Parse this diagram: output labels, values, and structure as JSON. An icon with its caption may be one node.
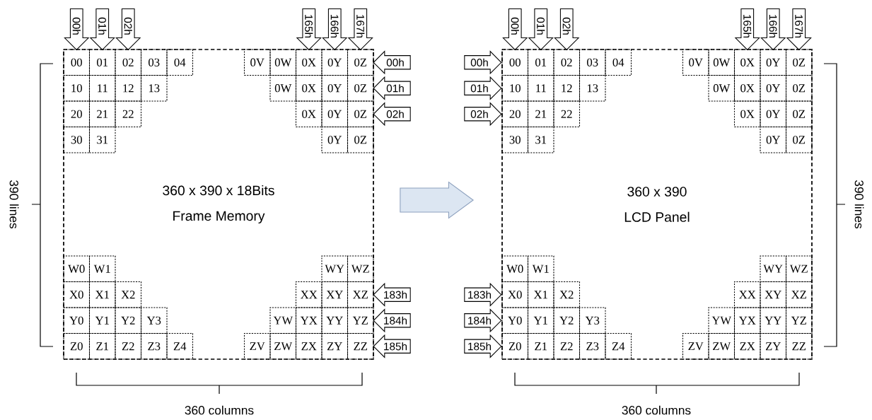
{
  "diagram": {
    "nodes": [
      {
        "text": [
          "360 x 390 x 18Bits",
          "Frame Memory"
        ]
      },
      {
        "text": [
          "00"
        ],
        "in": 0
      },
      {
        "text": [
          "01"
        ],
        "in": 0
      },
      {
        "text": [
          "02"
        ],
        "in": 0
      },
      {
        "text": [
          "03"
        ],
        "in": 0
      },
      {
        "text": [
          "04"
        ],
        "in": 0
      },
      {
        "text": [
          "0V"
        ],
        "in": 0
      },
      {
        "text": [
          "0W"
        ],
        "in": 0
      },
      {
        "text": [
          "0X"
        ],
        "in": 0
      },
      {
        "text": [
          "0Y"
        ],
        "in": 0
      },
      {
        "text": [
          "0Z"
        ],
        "in": 0
      },
      {
        "text": [
          "10"
        ],
        "in": 0
      },
      {
        "text": [
          "11"
        ],
        "in": 0
      },
      {
        "text": [
          "12"
        ],
        "in": 0
      },
      {
        "text": [
          "13"
        ],
        "in": 0
      },
      {
        "text": [
          "0W"
        ],
        "in": 0
      },
      {
        "text": [
          "0X"
        ],
        "in": 0
      },
      {
        "text": [
          "0Y"
        ],
        "in": 0
      },
      {
        "text": [
          "0Z"
        ],
        "in": 0
      },
      {
        "text": [
          "20"
        ],
        "in": 0
      },
      {
        "text": [
          "21"
        ],
        "in": 0
      },
      {
        "text": [
          "22"
        ],
        "in": 0
      },
      {
        "text": [
          "0X"
        ],
        "in": 0
      },
      {
        "text": [
          "0Y"
        ],
        "in": 0
      },
      {
        "text": [
          "0Z"
        ],
        "in": 0
      },
      {
        "text": [
          "30"
        ],
        "in": 0
      },
      {
        "text": [
          "31"
        ],
        "in": 0
      },
      {
        "text": [
          "0Y"
        ],
        "in": 0
      },
      {
        "text": [
          "0Z"
        ],
        "in": 0
      },
      {
        "text": [
          "W0"
        ],
        "in": 0
      },
      {
        "text": [
          "W1"
        ],
        "in": 0
      },
      {
        "text": [
          "WY"
        ],
        "in": 0
      },
      {
        "text": [
          "WZ"
        ],
        "in": 0
      },
      {
        "text": [
          "X0"
        ],
        "in": 0
      },
      {
        "text": [
          "X1"
        ],
        "in": 0
      },
      {
        "text": [
          "X2"
        ],
        "in": 0
      },
      {
        "text": [
          "XX"
        ],
        "in": 0
      },
      {
        "text": [
          "XY"
        ],
        "in": 0
      },
      {
        "text": [
          "XZ"
        ],
        "in": 0
      },
      {
        "text": [
          "Y0"
        ],
        "in": 0
      },
      {
        "text": [
          "Y1"
        ],
        "in": 0
      },
      {
        "text": [
          "Y2"
        ],
        "in": 0
      },
      {
        "text": [
          "Y3"
        ],
        "in": 0
      },
      {
        "text": [
          "YW"
        ],
        "in": 0
      },
      {
        "text": [
          "YX"
        ],
        "in": 0
      },
      {
        "text": [
          "YY"
        ],
        "in": 0
      },
      {
        "text": [
          "YZ"
        ],
        "in": 0
      },
      {
        "text": [
          "Z0"
        ],
        "in": 0
      },
      {
        "text": [
          "Z1"
        ],
        "in": 0
      },
      {
        "text": [
          "Z2"
        ],
        "in": 0
      },
      {
        "text": [
          "Z3"
        ],
        "in": 0
      },
      {
        "text": [
          "Z4"
        ],
        "in": 0
      },
      {
        "text": [
          "ZV"
        ],
        "in": 0
      },
      {
        "text": [
          "ZW"
        ],
        "in": 0
      },
      {
        "text": [
          "ZX"
        ],
        "in": 0
      },
      {
        "text": [
          "ZY"
        ],
        "in": 0
      },
      {
        "text": [
          "ZZ"
        ],
        "in": 0
      },
      {
        "text": [
          "00h"
        ]
      },
      {
        "text": [
          "01h"
        ]
      },
      {
        "text": [
          "02h"
        ]
      },
      {
        "text": [
          "165h"
        ]
      },
      {
        "text": [
          "166h"
        ]
      },
      {
        "text": [
          "167h"
        ]
      },
      {
        "text": [
          "00h"
        ]
      },
      {
        "text": [
          "01h"
        ]
      },
      {
        "text": [
          "02h"
        ]
      },
      {
        "text": [
          "183h"
        ]
      },
      {
        "text": [
          "184h"
        ]
      },
      {
        "text": [
          "185h"
        ]
      },
      {
        "text": [
          "360 x 390",
          "LCD Panel"
        ]
      },
      {
        "text": [
          "00"
        ],
        "in": 69
      },
      {
        "text": [
          "01"
        ],
        "in": 69
      },
      {
        "text": [
          "02"
        ],
        "in": 69
      },
      {
        "text": [
          "03"
        ],
        "in": 69
      },
      {
        "text": [
          "04"
        ],
        "in": 69
      },
      {
        "text": [
          "0V"
        ],
        "in": 69
      },
      {
        "text": [
          "0W"
        ],
        "in": 69
      },
      {
        "text": [
          "0X"
        ],
        "in": 69
      },
      {
        "text": [
          "0Y"
        ],
        "in": 69
      },
      {
        "text": [
          "0Z"
        ],
        "in": 69
      },
      {
        "text": [
          "10"
        ],
        "in": 69
      },
      {
        "text": [
          "11"
        ],
        "in": 69
      },
      {
        "text": [
          "12"
        ],
        "in": 69
      },
      {
        "text": [
          "13"
        ],
        "in": 69
      },
      {
        "text": [
          "0W"
        ],
        "in": 69
      },
      {
        "text": [
          "0X"
        ],
        "in": 69
      },
      {
        "text": [
          "0Y"
        ],
        "in": 69
      },
      {
        "text": [
          "0Z"
        ],
        "in": 69
      },
      {
        "text": [
          "20"
        ],
        "in": 69
      },
      {
        "text": [
          "21"
        ],
        "in": 69
      },
      {
        "text": [
          "22"
        ],
        "in": 69
      },
      {
        "text": [
          "0X"
        ],
        "in": 69
      },
      {
        "text": [
          "0Y"
        ],
        "in": 69
      },
      {
        "text": [
          "0Z"
        ],
        "in": 69
      },
      {
        "text": [
          "30"
        ],
        "in": 69
      },
      {
        "text": [
          "31"
        ],
        "in": 69
      },
      {
        "text": [
          "0Y"
        ],
        "in": 69
      },
      {
        "text": [
          "0Z"
        ],
        "in": 69
      },
      {
        "text": [
          "W0"
        ],
        "in": 69
      },
      {
        "text": [
          "W1"
        ],
        "in": 69
      },
      {
        "text": [
          "WY"
        ],
        "in": 69
      },
      {
        "text": [
          "WZ"
        ],
        "in": 69
      },
      {
        "text": [
          "X0"
        ],
        "in": 69
      },
      {
        "text": [
          "X1"
        ],
        "in": 69
      },
      {
        "text": [
          "X2"
        ],
        "in": 69
      },
      {
        "text": [
          "XX"
        ],
        "in": 69
      },
      {
        "text": [
          "XY"
        ],
        "in": 69
      },
      {
        "text": [
          "XZ"
        ],
        "in": 69
      },
      {
        "text": [
          "Y0"
        ],
        "in": 69
      },
      {
        "text": [
          "Y1"
        ],
        "in": 69
      },
      {
        "text": [
          "Y2"
        ],
        "in": 69
      },
      {
        "text": [
          "Y3"
        ],
        "in": 69
      },
      {
        "text": [
          "YW"
        ],
        "in": 69
      },
      {
        "text": [
          "YX"
        ],
        "in": 69
      },
      {
        "text": [
          "YY"
        ],
        "in": 69
      },
      {
        "text": [
          "YZ"
        ],
        "in": 69
      },
      {
        "text": [
          "Z0"
        ],
        "in": 69
      },
      {
        "text": [
          "Z1"
        ],
        "in": 69
      },
      {
        "text": [
          "Z2"
        ],
        "in": 69
      },
      {
        "text": [
          "Z3"
        ],
        "in": 69
      },
      {
        "text": [
          "Z4"
        ],
        "in": 69
      },
      {
        "text": [
          "ZV"
        ],
        "in": 69
      },
      {
        "text": [
          "ZW"
        ],
        "in": 69
      },
      {
        "text": [
          "ZX"
        ],
        "in": 69
      },
      {
        "text": [
          "ZY"
        ],
        "in": 69
      },
      {
        "text": [
          "ZZ"
        ],
        "in": 69
      },
      {
        "text": [
          "00h"
        ]
      },
      {
        "text": [
          "01h"
        ]
      },
      {
        "text": [
          "02h"
        ]
      },
      {
        "text": [
          "165h"
        ]
      },
      {
        "text": [
          "166h"
        ]
      },
      {
        "text": [
          "167h"
        ]
      },
      {
        "text": [
          "00h"
        ]
      },
      {
        "text": [
          "01h"
        ]
      },
      {
        "text": [
          "02h"
        ]
      },
      {
        "text": [
          "183h"
        ]
      },
      {
        "text": [
          "184h"
        ]
      },
      {
        "text": [
          "185h"
        ]
      }
    ],
    "edges": [
      {
        "from": 0,
        "to": 69,
        "arrow": "to"
      }
    ],
    "labels": [
      "390 lines",
      "360 columns",
      "360 columns",
      "390 lines"
    ]
  }
}
